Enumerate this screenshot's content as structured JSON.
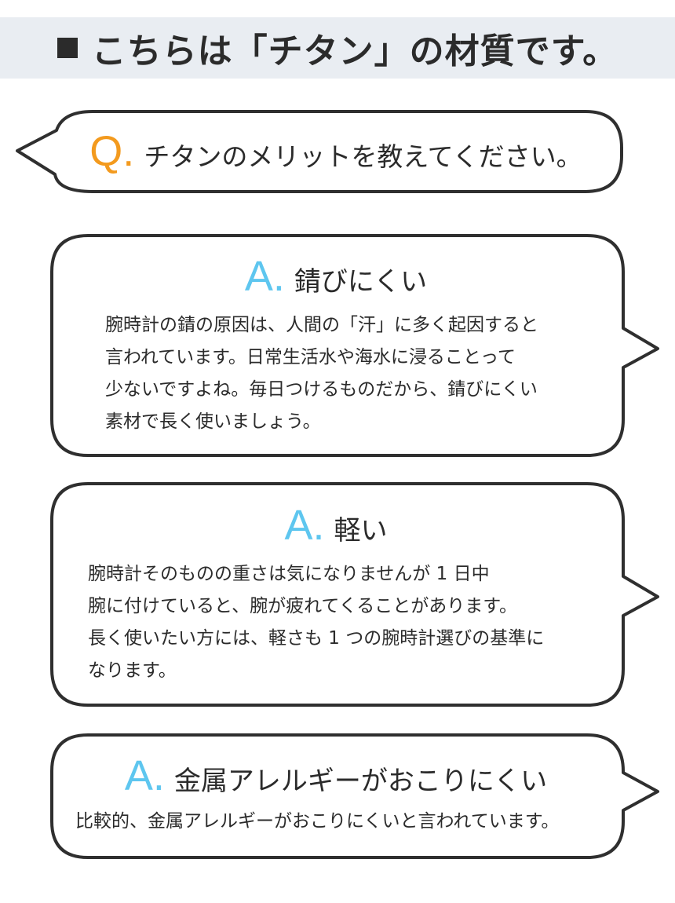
{
  "header": {
    "title": "こちらは「チタン」の材質です。"
  },
  "question": {
    "mark": "Q.",
    "text": "チタンのメリットを教えてください。"
  },
  "answers": [
    {
      "mark": "A.",
      "title": "錆びにくい",
      "lines": [
        "腕時計の錆の原因は、人間の「汗」に多く起因すると",
        "言われています。日常生活水や海水に浸ることって",
        "少ないですよね。毎日つけるものだから、錆びにくい",
        "素材で長く使いましょう。"
      ]
    },
    {
      "mark": "A.",
      "title": "軽い",
      "lines": [
        "腕時計そのものの重さは気になりませんが 1 日中",
        "腕に付けていると、腕が疲れてくることがあります。",
        "長く使いたい方には、軽さも 1 つの腕時計選びの基準に",
        "なります。"
      ]
    },
    {
      "mark": "A.",
      "title": "金属アレルギーがおこりにくい",
      "lines": [
        "比較的、金属アレルギーがおこりにくいと言われています。"
      ]
    }
  ],
  "colors": {
    "q_mark": "#f39a1e",
    "a_mark": "#5ec6ef",
    "header_bg": "#e9edf2",
    "outline": "#2f2f2f"
  }
}
